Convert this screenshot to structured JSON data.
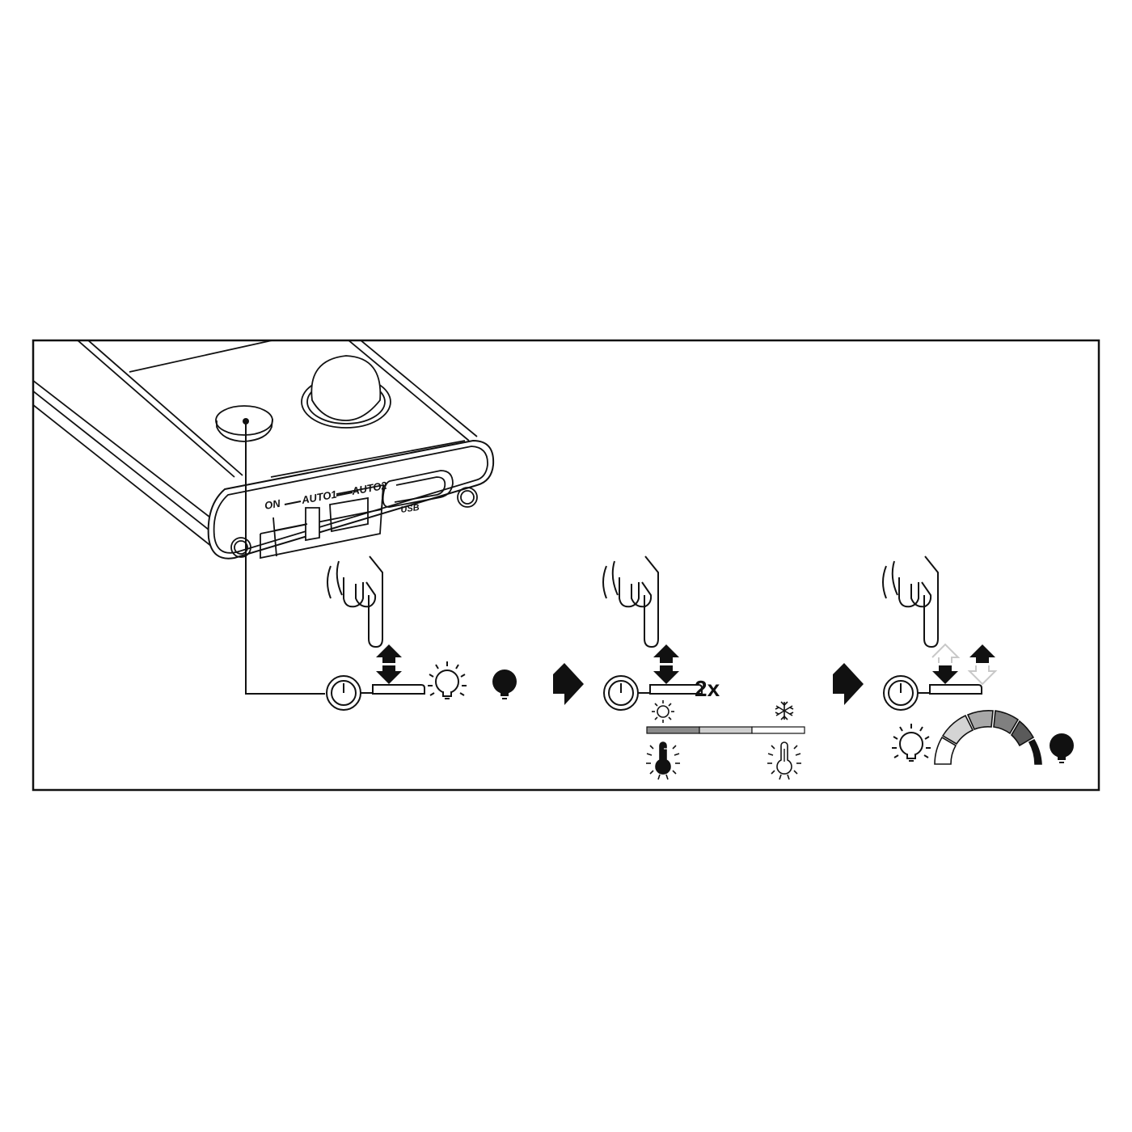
{
  "diagram": {
    "type": "instruction-illustration",
    "subject": "Motion-sensor under-cabinet LED light bar – touch button operation",
    "colors": {
      "stroke": "#111111",
      "background": "#ffffff",
      "bar_warm": "#8a8a8a",
      "bar_neutral": "#cfcfcf",
      "bar_cold": "#ffffff",
      "gauge_segments": [
        "#ffffff",
        "#d4d4d4",
        "#a8a8a8",
        "#808080",
        "#5a5a5a",
        "#111111"
      ],
      "ghost_arrow": "#c8c8c8"
    },
    "device": {
      "switch_labels": {
        "on": "ON",
        "auto1": "AUTO1",
        "auto2": "AUTO2"
      },
      "port_label": "USB",
      "parts": [
        "touch-button",
        "pir-motion-sensor",
        "mode-slide-switch",
        "usb-port",
        "screw-left",
        "screw-right"
      ]
    },
    "steps": [
      {
        "id": 1,
        "action": "press-and-release",
        "result_icons": [
          "bulb-on-icon",
          "bulb-off-icon"
        ],
        "meaning": "toggle light on/off"
      },
      {
        "id": 2,
        "action": "press-and-release",
        "repeat_label": "2x",
        "scale": {
          "segments": [
            "warm",
            "neutral",
            "cold"
          ],
          "top_left_icon": "sun-icon",
          "top_right_icon": "snowflake-icon",
          "bottom_left_icon": "thermometer-warm-icon",
          "bottom_right_icon": "thermometer-cold-icon"
        },
        "meaning": "change color temperature"
      },
      {
        "id": 3,
        "action": "press-and-hold",
        "gauge": {
          "segments": 6,
          "left_icon": "bulb-on-icon",
          "right_icon": "bulb-off-icon"
        },
        "meaning": "dim brightness"
      }
    ]
  }
}
